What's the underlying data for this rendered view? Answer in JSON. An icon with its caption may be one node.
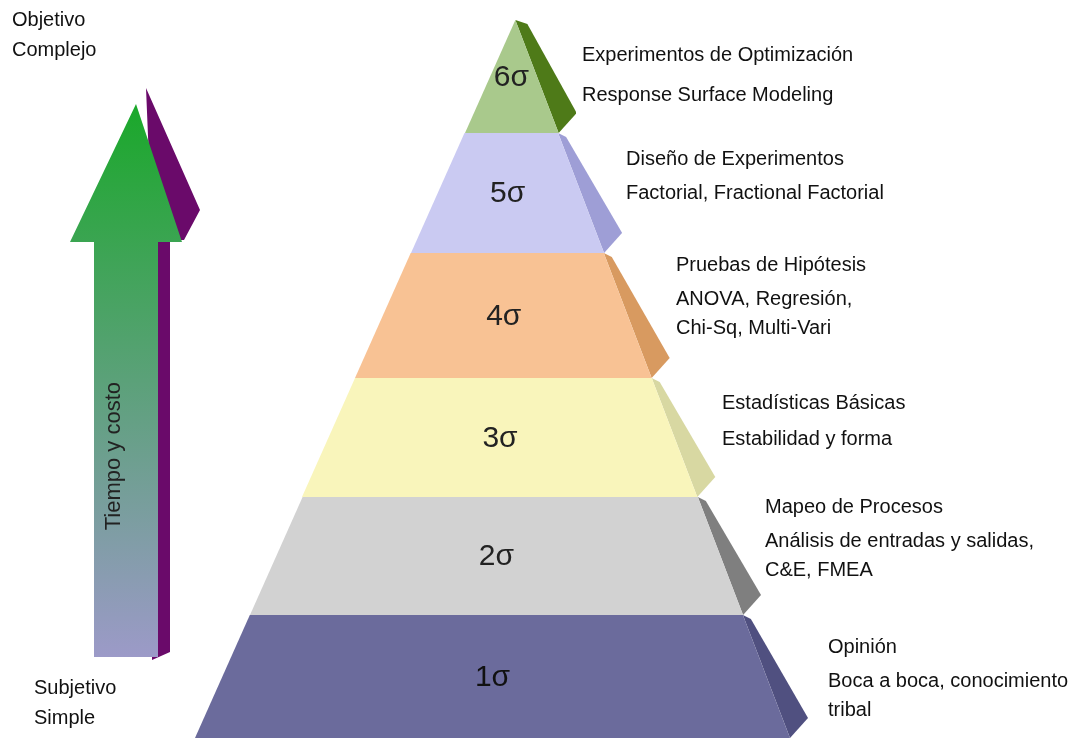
{
  "diagram": {
    "nodes": [
      {
        "text": [
          "Tiempo y costo"
        ]
      },
      {
        "text": [
          "6σ"
        ],
        "beside": [
          "Experimentos de Optimización",
          "Response Surface Modeling"
        ]
      },
      {
        "text": [
          "5σ"
        ],
        "beside": [
          "Diseño de Experimentos",
          "Factorial, Fractional Factorial"
        ]
      },
      {
        "text": [
          "4σ"
        ],
        "beside": [
          "Pruebas de Hipótesis",
          "ANOVA, Regresión, Chi-Sq, Multi-Vari"
        ]
      },
      {
        "text": [
          "3σ"
        ],
        "beside": [
          "Estadísticas Básicas",
          "Estabilidad y forma"
        ]
      },
      {
        "text": [
          "2σ"
        ],
        "beside": [
          "Mapeo de Procesos",
          "Análisis de entradas y salidas, C&E, FMEA"
        ]
      },
      {
        "text": [
          "1σ"
        ],
        "beside": [
          "Opinión",
          "Boca a boca, conocimiento tribal"
        ]
      }
    ],
    "labels": [
      "Objetivo Complejo",
      "Subjetivo Simple"
    ]
  }
}
